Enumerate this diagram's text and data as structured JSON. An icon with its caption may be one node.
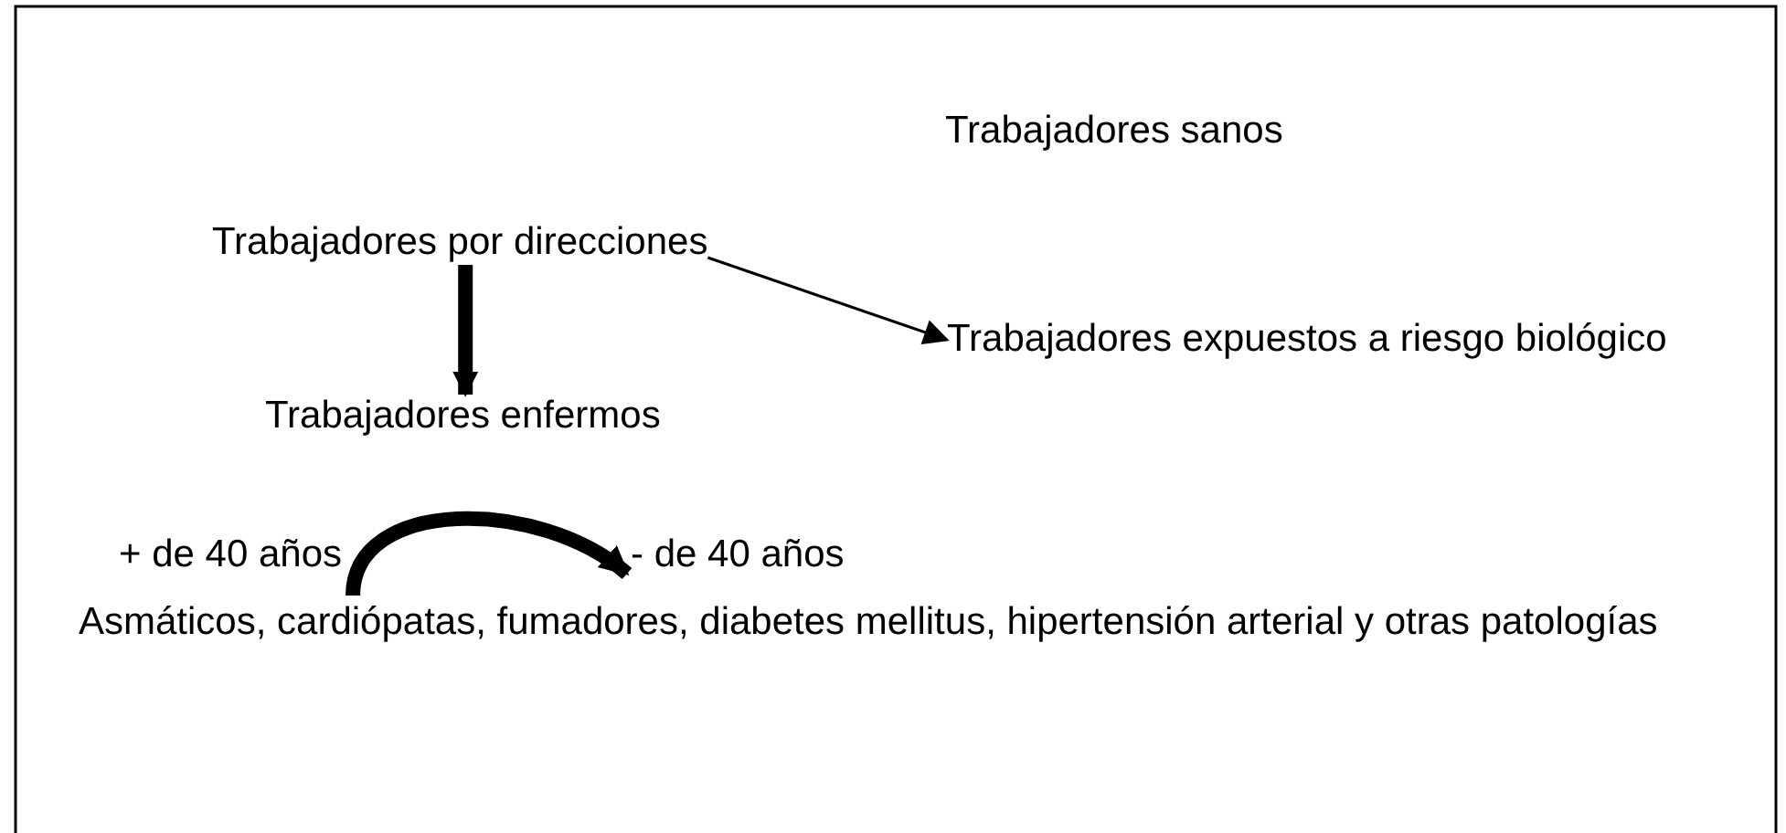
{
  "diagram": {
    "nodes": [
      {
        "text": [
          "Trabajadores sanos"
        ]
      },
      {
        "text": [
          "Trabajadores por direcciones"
        ]
      },
      {
        "text": [
          "Trabajadores expuestos a riesgo biológico"
        ]
      },
      {
        "text": [
          "Trabajadores enfermos"
        ]
      },
      {
        "text": [
          "+ de 40 años"
        ]
      },
      {
        "text": [
          "- de 40 años"
        ]
      },
      {
        "text": [
          "Asmáticos, cardiópatas, fumadores, diabetes mellitus, hipertensión arterial y otras patologías"
        ]
      }
    ],
    "edges": [
      {
        "from": 1,
        "to": 2,
        "arrow": "to"
      },
      {
        "from": 1,
        "to": 3,
        "arrow": "to"
      },
      {
        "from": 4,
        "to": 5,
        "arrow": "to"
      }
    ]
  }
}
